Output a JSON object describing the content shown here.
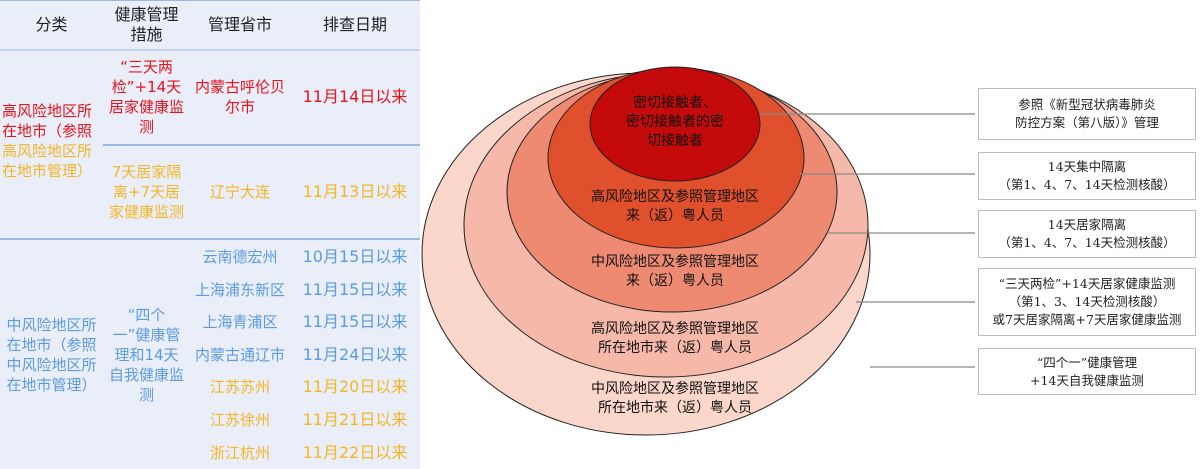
{
  "table": {
    "headers": [
      "分类",
      "健康管理措施",
      "管理省市",
      "排查日期"
    ],
    "group1": {
      "category_red": "高风险地区所在地市（参照",
      "category_orange": "高风险地区所在地市管理）",
      "rows": [
        {
          "measure": "“三天两检”+14天居家健康监测",
          "city": "内蒙古呼伦贝尔市",
          "date": "11月14日以来",
          "color": "#e8121b"
        },
        {
          "measure": "7天居家隔离+7天居家健康监测",
          "city": "辽宁大连",
          "date": "11月13日以来",
          "color": "#f4b627"
        }
      ]
    },
    "group2": {
      "category": "中风险地区所在地市（参照中风险地区所在地市管理）",
      "measure": "“四个一”健康管理和14天自我健康监测",
      "rows": [
        {
          "city": "云南德宏州",
          "date": "10月15日以来",
          "color": "#5b9be0"
        },
        {
          "city": "上海浦东新区",
          "date": "11月15日以来",
          "color": "#5b9be0"
        },
        {
          "city": "上海青浦区",
          "date": "11月15日以来",
          "color": "#5b9be0"
        },
        {
          "city": "内蒙古通辽市",
          "date": "11月24日以来",
          "color": "#5b9be0"
        },
        {
          "city": "江苏苏州",
          "date": "11月20日以来",
          "color": "#f4b627"
        },
        {
          "city": "江苏徐州",
          "date": "11月21日以来",
          "color": "#f4b627"
        },
        {
          "city": "浙江杭州",
          "date": "11月22日以来",
          "color": "#f4b627"
        }
      ]
    }
  },
  "diagram": {
    "rings": [
      {
        "label": "密切接触者、\n密切接触者的密\n切接触者",
        "color": "#c40a0a",
        "measure": "参照《新型冠状病毒肺炎\n防控方案（第八版）》管理"
      },
      {
        "label": "高风险地区及参照管理地区\n来（返）粤人员",
        "color": "#e0502c",
        "measure": "14天集中隔离\n（第1、4、7、14天检测核酸）"
      },
      {
        "label": "中风险地区及参照管理地区\n来（返）粤人员",
        "color": "#ee8a72",
        "measure": "14天居家隔离\n（第1、4、7、14天检测核酸）"
      },
      {
        "label": "高风险地区及参照管理地区\n所在地市来（返）粤人员",
        "color": "#f6b9a9",
        "measure": "“三天两检”+14天居家健康监测\n（第1、3、14天检测核酸）\n或7天居家隔离+7天居家健康监测"
      },
      {
        "label": "中风险地区及参照管理地区\n所在地市来（返）粤人员",
        "color": "#fad6cb",
        "measure": "“四个一”健康管理\n+14天自我健康监测"
      }
    ]
  }
}
